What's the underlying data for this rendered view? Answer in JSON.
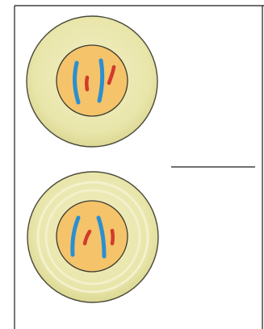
{
  "figure": {
    "description_visible_text": "",
    "colors": {
      "frame": "#1a1a1a",
      "cytoplasm": "#ece9b0",
      "cytoplasm_edge": "#4a4a3a",
      "cytoplasm_ring": "#f4f2cf",
      "nucleus": "#f4c36a",
      "nucleus_edge": "#3a3a30",
      "chromosome_long": "#2b8fd1",
      "chromosome_short": "#d23a2c",
      "answer_line": "#1a1a1a"
    },
    "cells": [
      {
        "name": "cell-top",
        "chromosomes": [
          {
            "type": "long",
            "color": "blue"
          },
          {
            "type": "short",
            "color": "red"
          },
          {
            "type": "long",
            "color": "blue"
          },
          {
            "type": "short",
            "color": "red"
          }
        ]
      },
      {
        "name": "cell-bottom",
        "chromosomes": [
          {
            "type": "long",
            "color": "blue"
          },
          {
            "type": "short",
            "color": "red"
          },
          {
            "type": "long",
            "color": "blue"
          },
          {
            "type": "short",
            "color": "red"
          }
        ]
      }
    ]
  }
}
